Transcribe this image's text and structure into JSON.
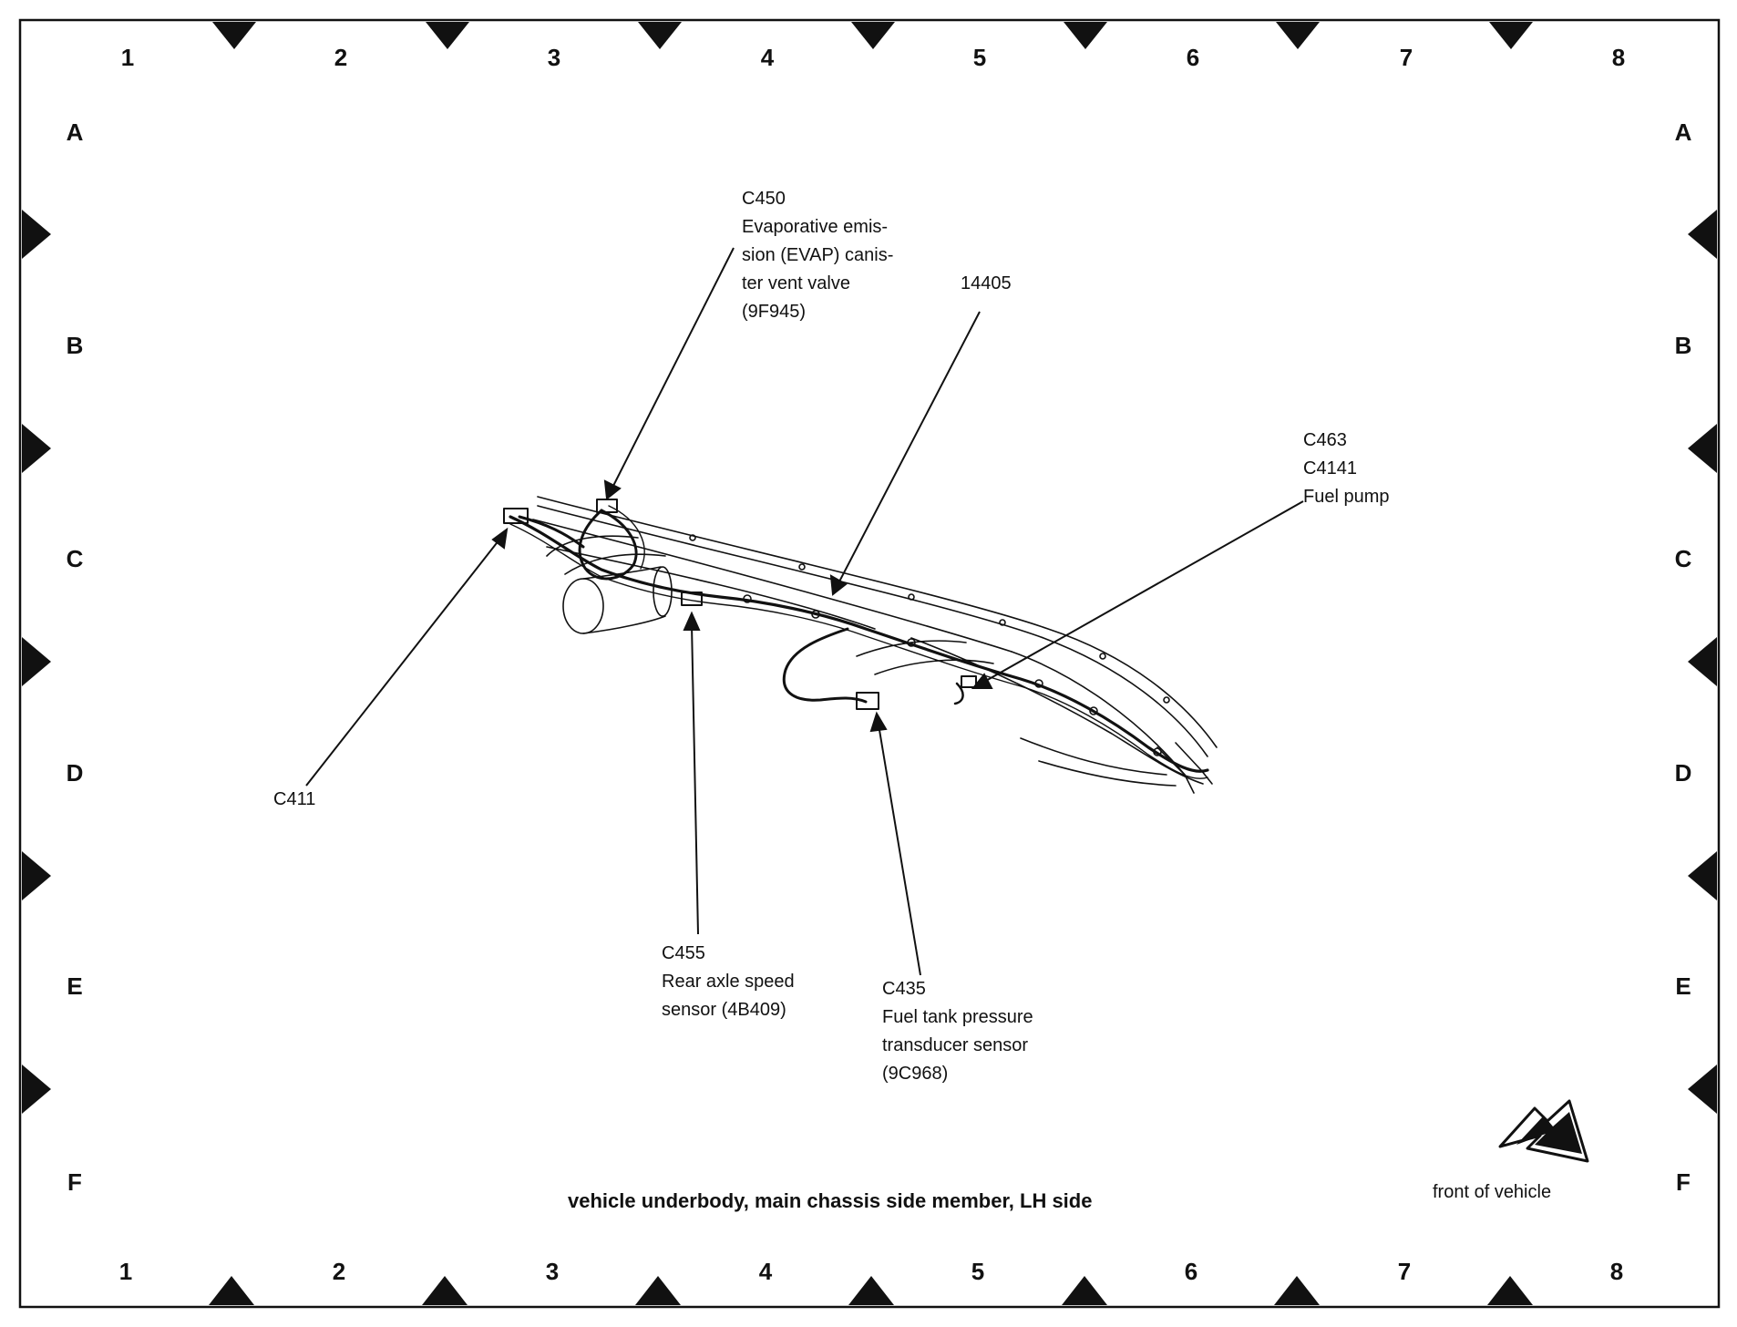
{
  "grid": {
    "columns": [
      "1",
      "2",
      "3",
      "4",
      "5",
      "6",
      "7",
      "8"
    ],
    "rows": [
      "A",
      "B",
      "C",
      "D",
      "E",
      "F"
    ]
  },
  "callouts": {
    "c450": {
      "code": "C450",
      "l1": "Evaporative emis-",
      "l2": "sion (EVAP) canis-",
      "l3": "ter vent valve",
      "l4": "(9F945)"
    },
    "p14405": {
      "code": "14405"
    },
    "c463": {
      "l1": "C463",
      "l2": "C4141",
      "l3": "Fuel pump"
    },
    "c411": {
      "code": "C411"
    },
    "c455": {
      "code": "C455",
      "l1": "Rear axle speed",
      "l2": "sensor (4B409)"
    },
    "c435": {
      "code": "C435",
      "l1": "Fuel tank pressure",
      "l2": "transducer sensor",
      "l3": "(9C968)"
    }
  },
  "caption": "vehicle underbody, main chassis side member, LH side",
  "front_label": "front of vehicle",
  "front_arrow_icon": "arrow-down-right-icon",
  "colors": {
    "ink": "#111111",
    "paper": "#ffffff"
  }
}
